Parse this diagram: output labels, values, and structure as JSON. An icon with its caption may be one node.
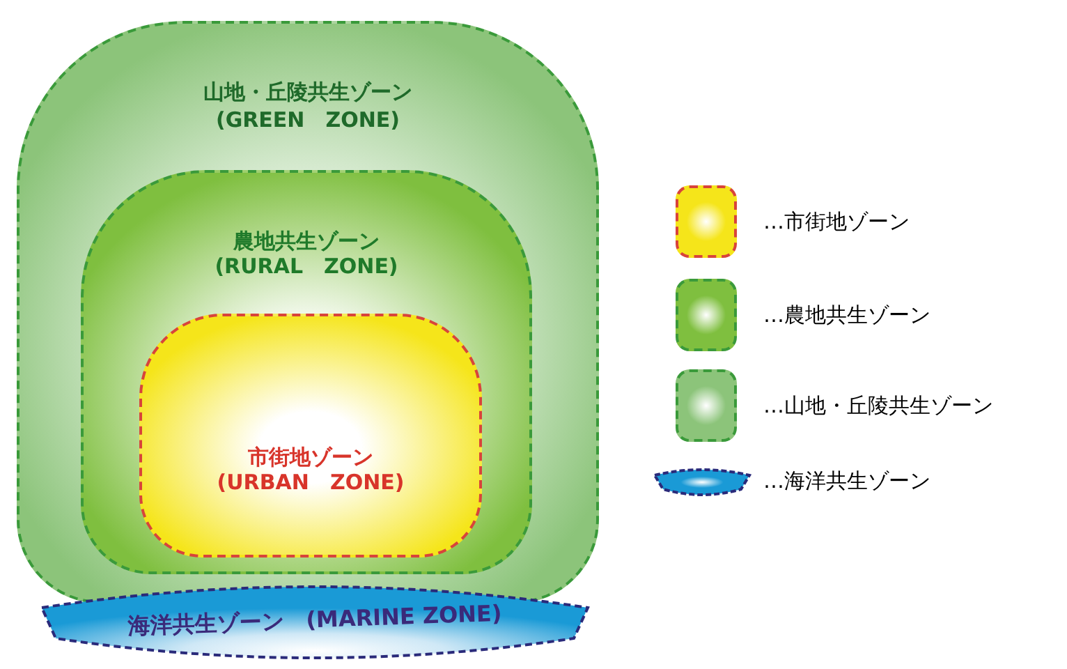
{
  "diagram": {
    "nodes": [
      {
        "text": [
          "山地・丘陵共生ゾーン",
          "(GREEN　ZONE)"
        ]
      },
      {
        "text": [
          "農地共生ゾーン",
          "(RURAL　ZONE)"
        ],
        "in": 0
      },
      {
        "text": [
          "市街地ゾーン",
          "(URBAN　ZONE)"
        ],
        "in": 1
      },
      {
        "text": [
          "海洋共生ゾーン　(MARINE ZONE)"
        ]
      }
    ],
    "legend": [
      {
        "text": "…市街地ゾーン",
        "color": "#f5e51a"
      },
      {
        "text": "…農地共生ゾーン",
        "color": "#7fbf3f"
      },
      {
        "text": "…山地・丘陵共生ゾーン",
        "color": "#8cc47a"
      },
      {
        "text": "…海洋共生ゾーン",
        "color": "#1a9ad6"
      }
    ]
  }
}
